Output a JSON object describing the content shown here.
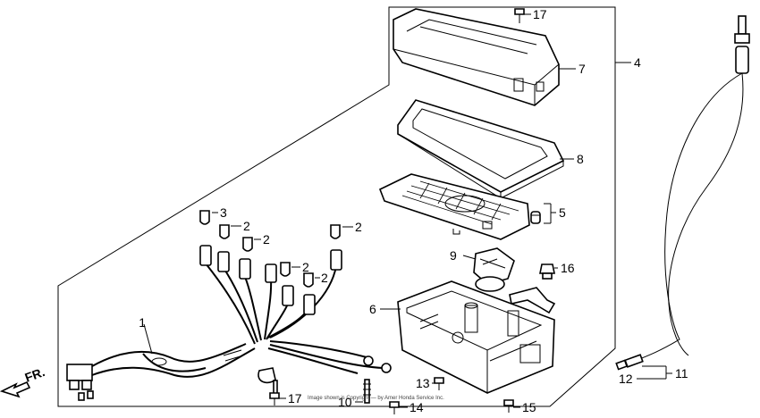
{
  "diagram": {
    "direction_label": "FR.",
    "copyright": "Image shown is Copyright — by Amer Honda Service Inc.",
    "callouts": [
      {
        "id": "c1",
        "text": "1"
      },
      {
        "id": "c2a",
        "text": "2"
      },
      {
        "id": "c2b",
        "text": "2"
      },
      {
        "id": "c2c",
        "text": "2"
      },
      {
        "id": "c2d",
        "text": "2"
      },
      {
        "id": "c2e",
        "text": "2"
      },
      {
        "id": "c3",
        "text": "3"
      },
      {
        "id": "c4",
        "text": "4"
      },
      {
        "id": "c5",
        "text": "5"
      },
      {
        "id": "c6",
        "text": "6"
      },
      {
        "id": "c7",
        "text": "7"
      },
      {
        "id": "c8",
        "text": "8"
      },
      {
        "id": "c9",
        "text": "9"
      },
      {
        "id": "c10",
        "text": "10"
      },
      {
        "id": "c11",
        "text": "11"
      },
      {
        "id": "c12",
        "text": "12"
      },
      {
        "id": "c13",
        "text": "13"
      },
      {
        "id": "c14",
        "text": "14"
      },
      {
        "id": "c15",
        "text": "15"
      },
      {
        "id": "c16",
        "text": "16"
      },
      {
        "id": "c17a",
        "text": "17"
      },
      {
        "id": "c17b",
        "text": "17"
      }
    ]
  }
}
